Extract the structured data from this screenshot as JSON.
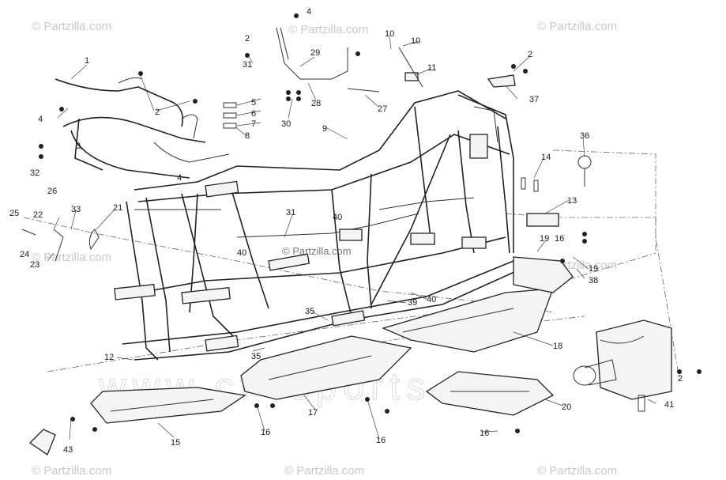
{
  "watermark": {
    "text": "© Partzilla.com",
    "center_text": "© Partzilla.com",
    "faint_text": "www.cf-lsports.com"
  },
  "callouts": [
    {
      "id": "c1",
      "label": "1"
    },
    {
      "id": "c2a",
      "label": "2"
    },
    {
      "id": "c2b",
      "label": "2"
    },
    {
      "id": "c2c",
      "label": "2"
    },
    {
      "id": "c2d",
      "label": "2"
    },
    {
      "id": "c3",
      "label": "3"
    },
    {
      "id": "c4a",
      "label": "4"
    },
    {
      "id": "c4b",
      "label": "4"
    },
    {
      "id": "c4c",
      "label": "4"
    },
    {
      "id": "c5",
      "label": "5"
    },
    {
      "id": "c6",
      "label": "6"
    },
    {
      "id": "c7",
      "label": "7"
    },
    {
      "id": "c8",
      "label": "8"
    },
    {
      "id": "c9",
      "label": "9"
    },
    {
      "id": "c10a",
      "label": "10"
    },
    {
      "id": "c10b",
      "label": "10"
    },
    {
      "id": "c11",
      "label": "11"
    },
    {
      "id": "c12",
      "label": "12"
    },
    {
      "id": "c13",
      "label": "13"
    },
    {
      "id": "c14",
      "label": "14"
    },
    {
      "id": "c15",
      "label": "15"
    },
    {
      "id": "c16a",
      "label": "16"
    },
    {
      "id": "c16b",
      "label": "16"
    },
    {
      "id": "c16c",
      "label": "16"
    },
    {
      "id": "c16d",
      "label": "16"
    },
    {
      "id": "c17",
      "label": "17"
    },
    {
      "id": "c18",
      "label": "18"
    },
    {
      "id": "c19a",
      "label": "19"
    },
    {
      "id": "c19b",
      "label": "19"
    },
    {
      "id": "c20",
      "label": "20"
    },
    {
      "id": "c21",
      "label": "21"
    },
    {
      "id": "c22",
      "label": "22"
    },
    {
      "id": "c23",
      "label": "23"
    },
    {
      "id": "c24",
      "label": "24"
    },
    {
      "id": "c25",
      "label": "25"
    },
    {
      "id": "c26",
      "label": "26"
    },
    {
      "id": "c27",
      "label": "27"
    },
    {
      "id": "c28",
      "label": "28"
    },
    {
      "id": "c29",
      "label": "29"
    },
    {
      "id": "c30",
      "label": "30"
    },
    {
      "id": "c31a",
      "label": "31"
    },
    {
      "id": "c31b",
      "label": "31"
    },
    {
      "id": "c32",
      "label": "32"
    },
    {
      "id": "c33",
      "label": "33"
    },
    {
      "id": "c35a",
      "label": "35"
    },
    {
      "id": "c35b",
      "label": "35"
    },
    {
      "id": "c36",
      "label": "36"
    },
    {
      "id": "c37",
      "label": "37"
    },
    {
      "id": "c38",
      "label": "38"
    },
    {
      "id": "c39",
      "label": "39"
    },
    {
      "id": "c40a",
      "label": "40"
    },
    {
      "id": "c40b",
      "label": "40"
    },
    {
      "id": "c40c",
      "label": "40"
    },
    {
      "id": "c41",
      "label": "41"
    },
    {
      "id": "c43",
      "label": "43"
    }
  ]
}
